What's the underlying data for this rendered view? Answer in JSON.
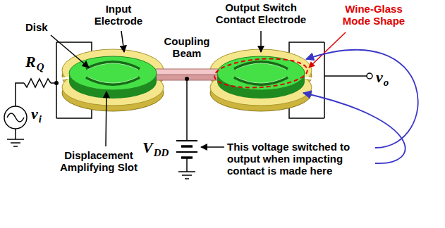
{
  "diagram": {
    "labels": [
      "Input Electrode",
      "Output Switch Contact Electrode",
      "Wine-Glass Mode Shape",
      "Disk",
      "Coupling Beam",
      "R",
      "Q",
      "v",
      "i",
      "V",
      "DD",
      "v",
      "o",
      "Displacement Amplifying Slot",
      "This voltage switched to output when impacting contact is made here"
    ]
  }
}
